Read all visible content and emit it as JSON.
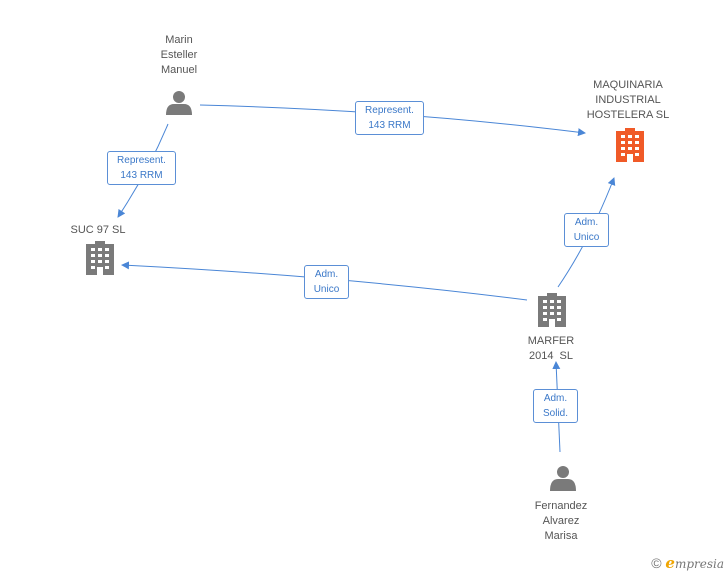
{
  "colors": {
    "edge": "#4a86d6",
    "person_icon": "#7a7a7a",
    "company_icon": "#7a7a7a",
    "company_highlight": "#f05a28"
  },
  "nodes": {
    "marin": {
      "label": [
        "Marin",
        "Esteller",
        "Manuel"
      ],
      "icon": "person-icon"
    },
    "maquinaria": {
      "label": [
        "MAQUINARIA",
        "INDUSTRIAL",
        "HOSTELERA SL"
      ],
      "icon": "building-icon",
      "highlight": true
    },
    "suc97": {
      "label": [
        "SUC 97 SL"
      ],
      "icon": "building-icon"
    },
    "marfer": {
      "label": [
        "MARFER",
        "2014  SL"
      ],
      "icon": "building-icon"
    },
    "fernandez": {
      "label": [
        "Fernandez",
        "Alvarez",
        "Marisa"
      ],
      "icon": "person-icon"
    }
  },
  "edges": {
    "marin_maquinaria": [
      "Represent.",
      "143 RRM"
    ],
    "marin_suc97": [
      "Represent.",
      "143 RRM"
    ],
    "marfer_maquinaria": [
      "Adm.",
      "Unico"
    ],
    "marfer_suc97": [
      "Adm.",
      "Unico"
    ],
    "fernandez_marfer": [
      "Adm.",
      "Solid."
    ]
  },
  "brand": {
    "copyright": "©",
    "name_initial": "e",
    "name_rest": "mpresia"
  }
}
